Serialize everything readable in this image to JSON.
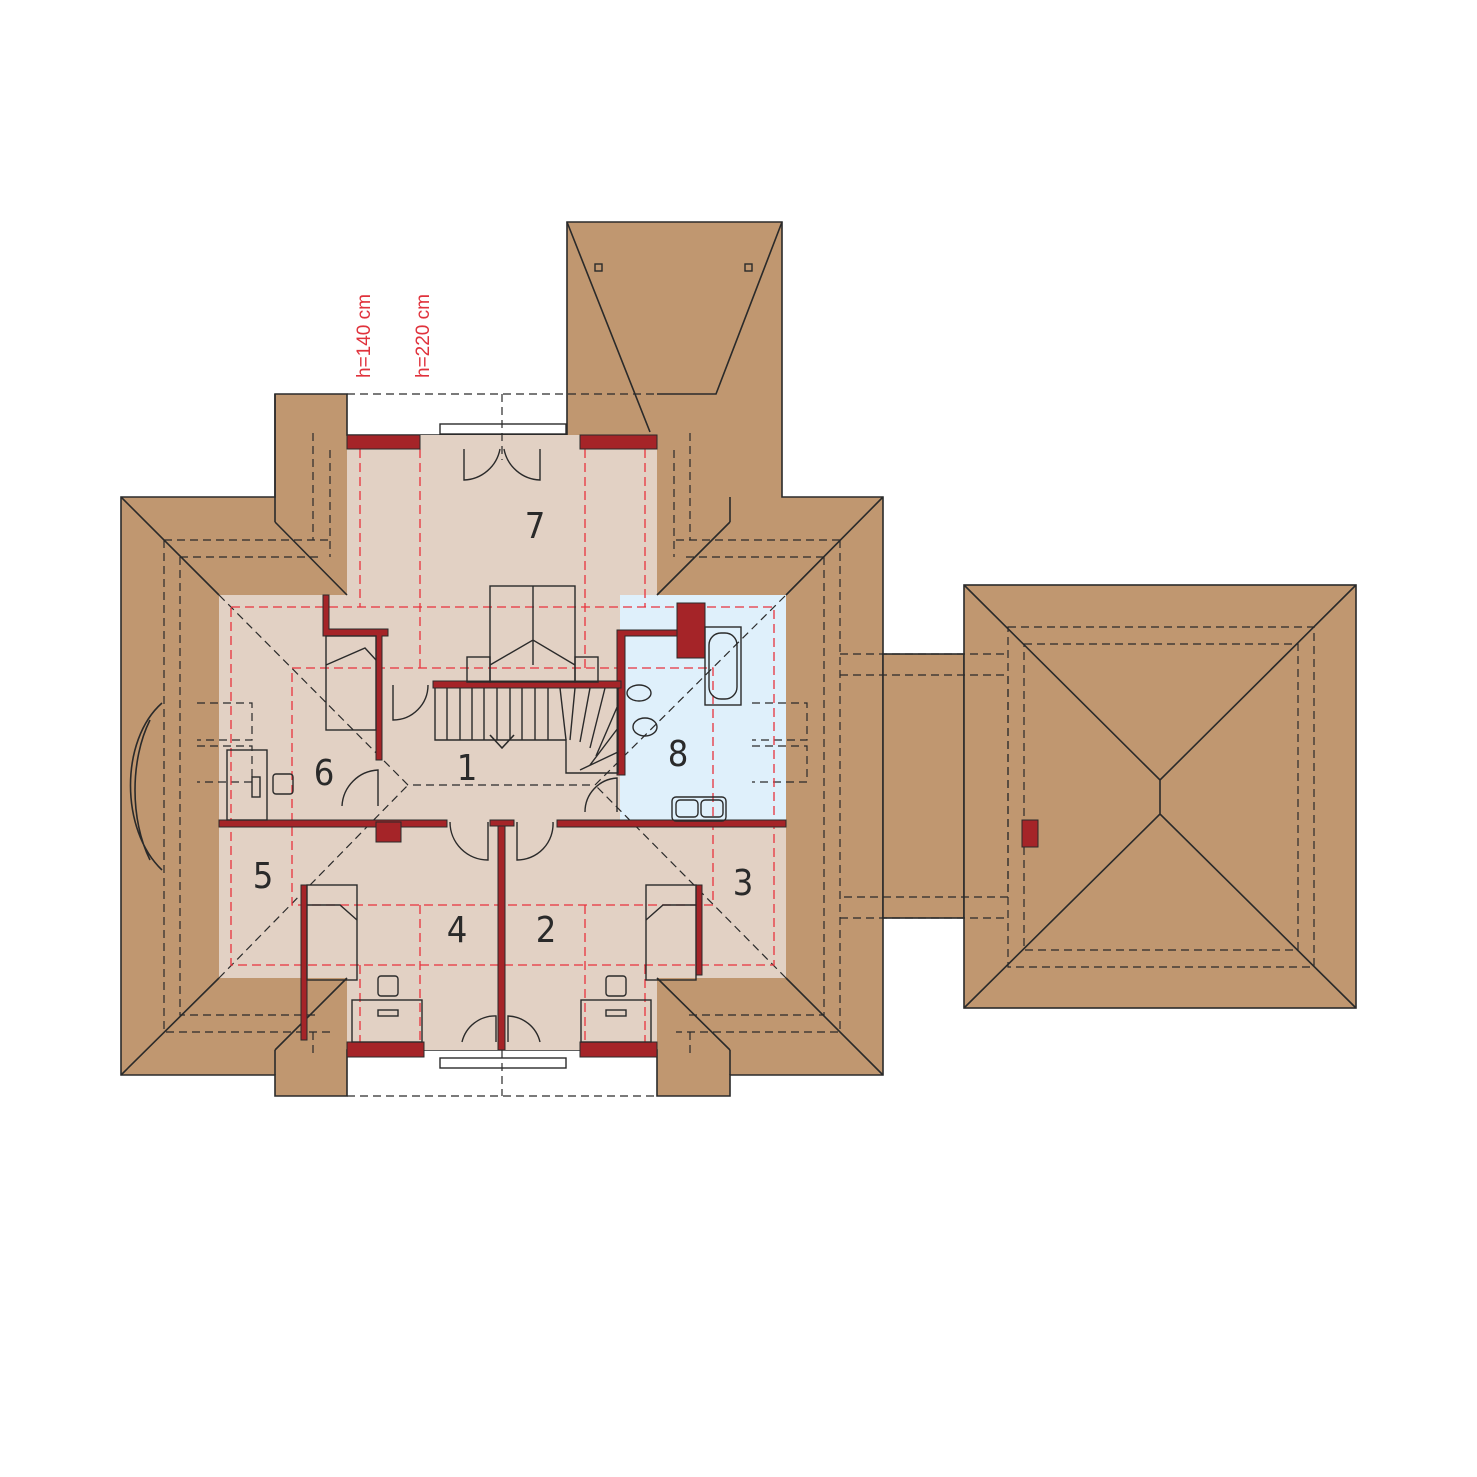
{
  "colors": {
    "roof": "#C09770",
    "floor": "#E2D1C4",
    "bathroom": "#DFF0FB",
    "wall": "#A52428",
    "height_line": "#E8323C",
    "outline": "#2A2A2A"
  },
  "height_labels": [
    "h=140 cm",
    "h=220 cm"
  ],
  "rooms": [
    {
      "number": "1"
    },
    {
      "number": "2"
    },
    {
      "number": "3"
    },
    {
      "number": "4"
    },
    {
      "number": "5"
    },
    {
      "number": "6"
    },
    {
      "number": "7"
    },
    {
      "number": "8"
    }
  ]
}
